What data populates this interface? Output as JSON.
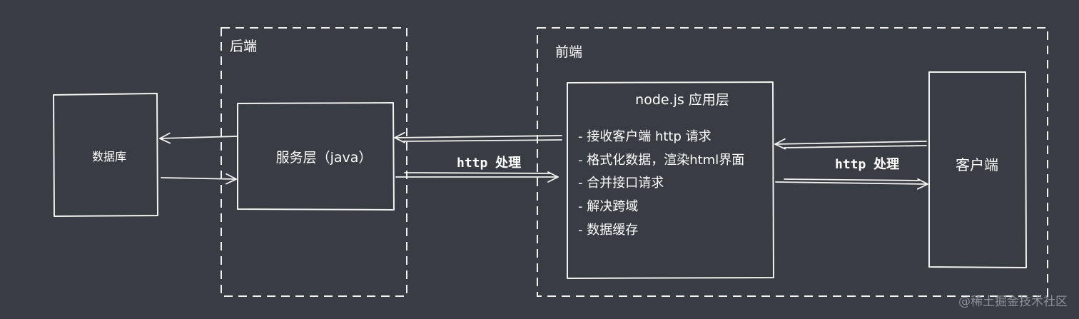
{
  "groups": {
    "backend": {
      "label": "后端"
    },
    "frontend": {
      "label": "前端"
    }
  },
  "nodes": {
    "database": {
      "label": "数据库"
    },
    "service_layer": {
      "label": "服务层（java）"
    },
    "node_layer": {
      "title": "node.js 应用层",
      "items": [
        "- 接收客户端 http 请求",
        "- 格式化数据，渲染html界面",
        "- 合并接口请求",
        "- 解决跨域",
        "- 数据缓存"
      ]
    },
    "client": {
      "label": "客户端"
    }
  },
  "edges": {
    "service_node": {
      "label": "http 处理"
    },
    "node_client": {
      "label": "http 处理"
    }
  },
  "watermark": "@稀土掘金技术社区"
}
